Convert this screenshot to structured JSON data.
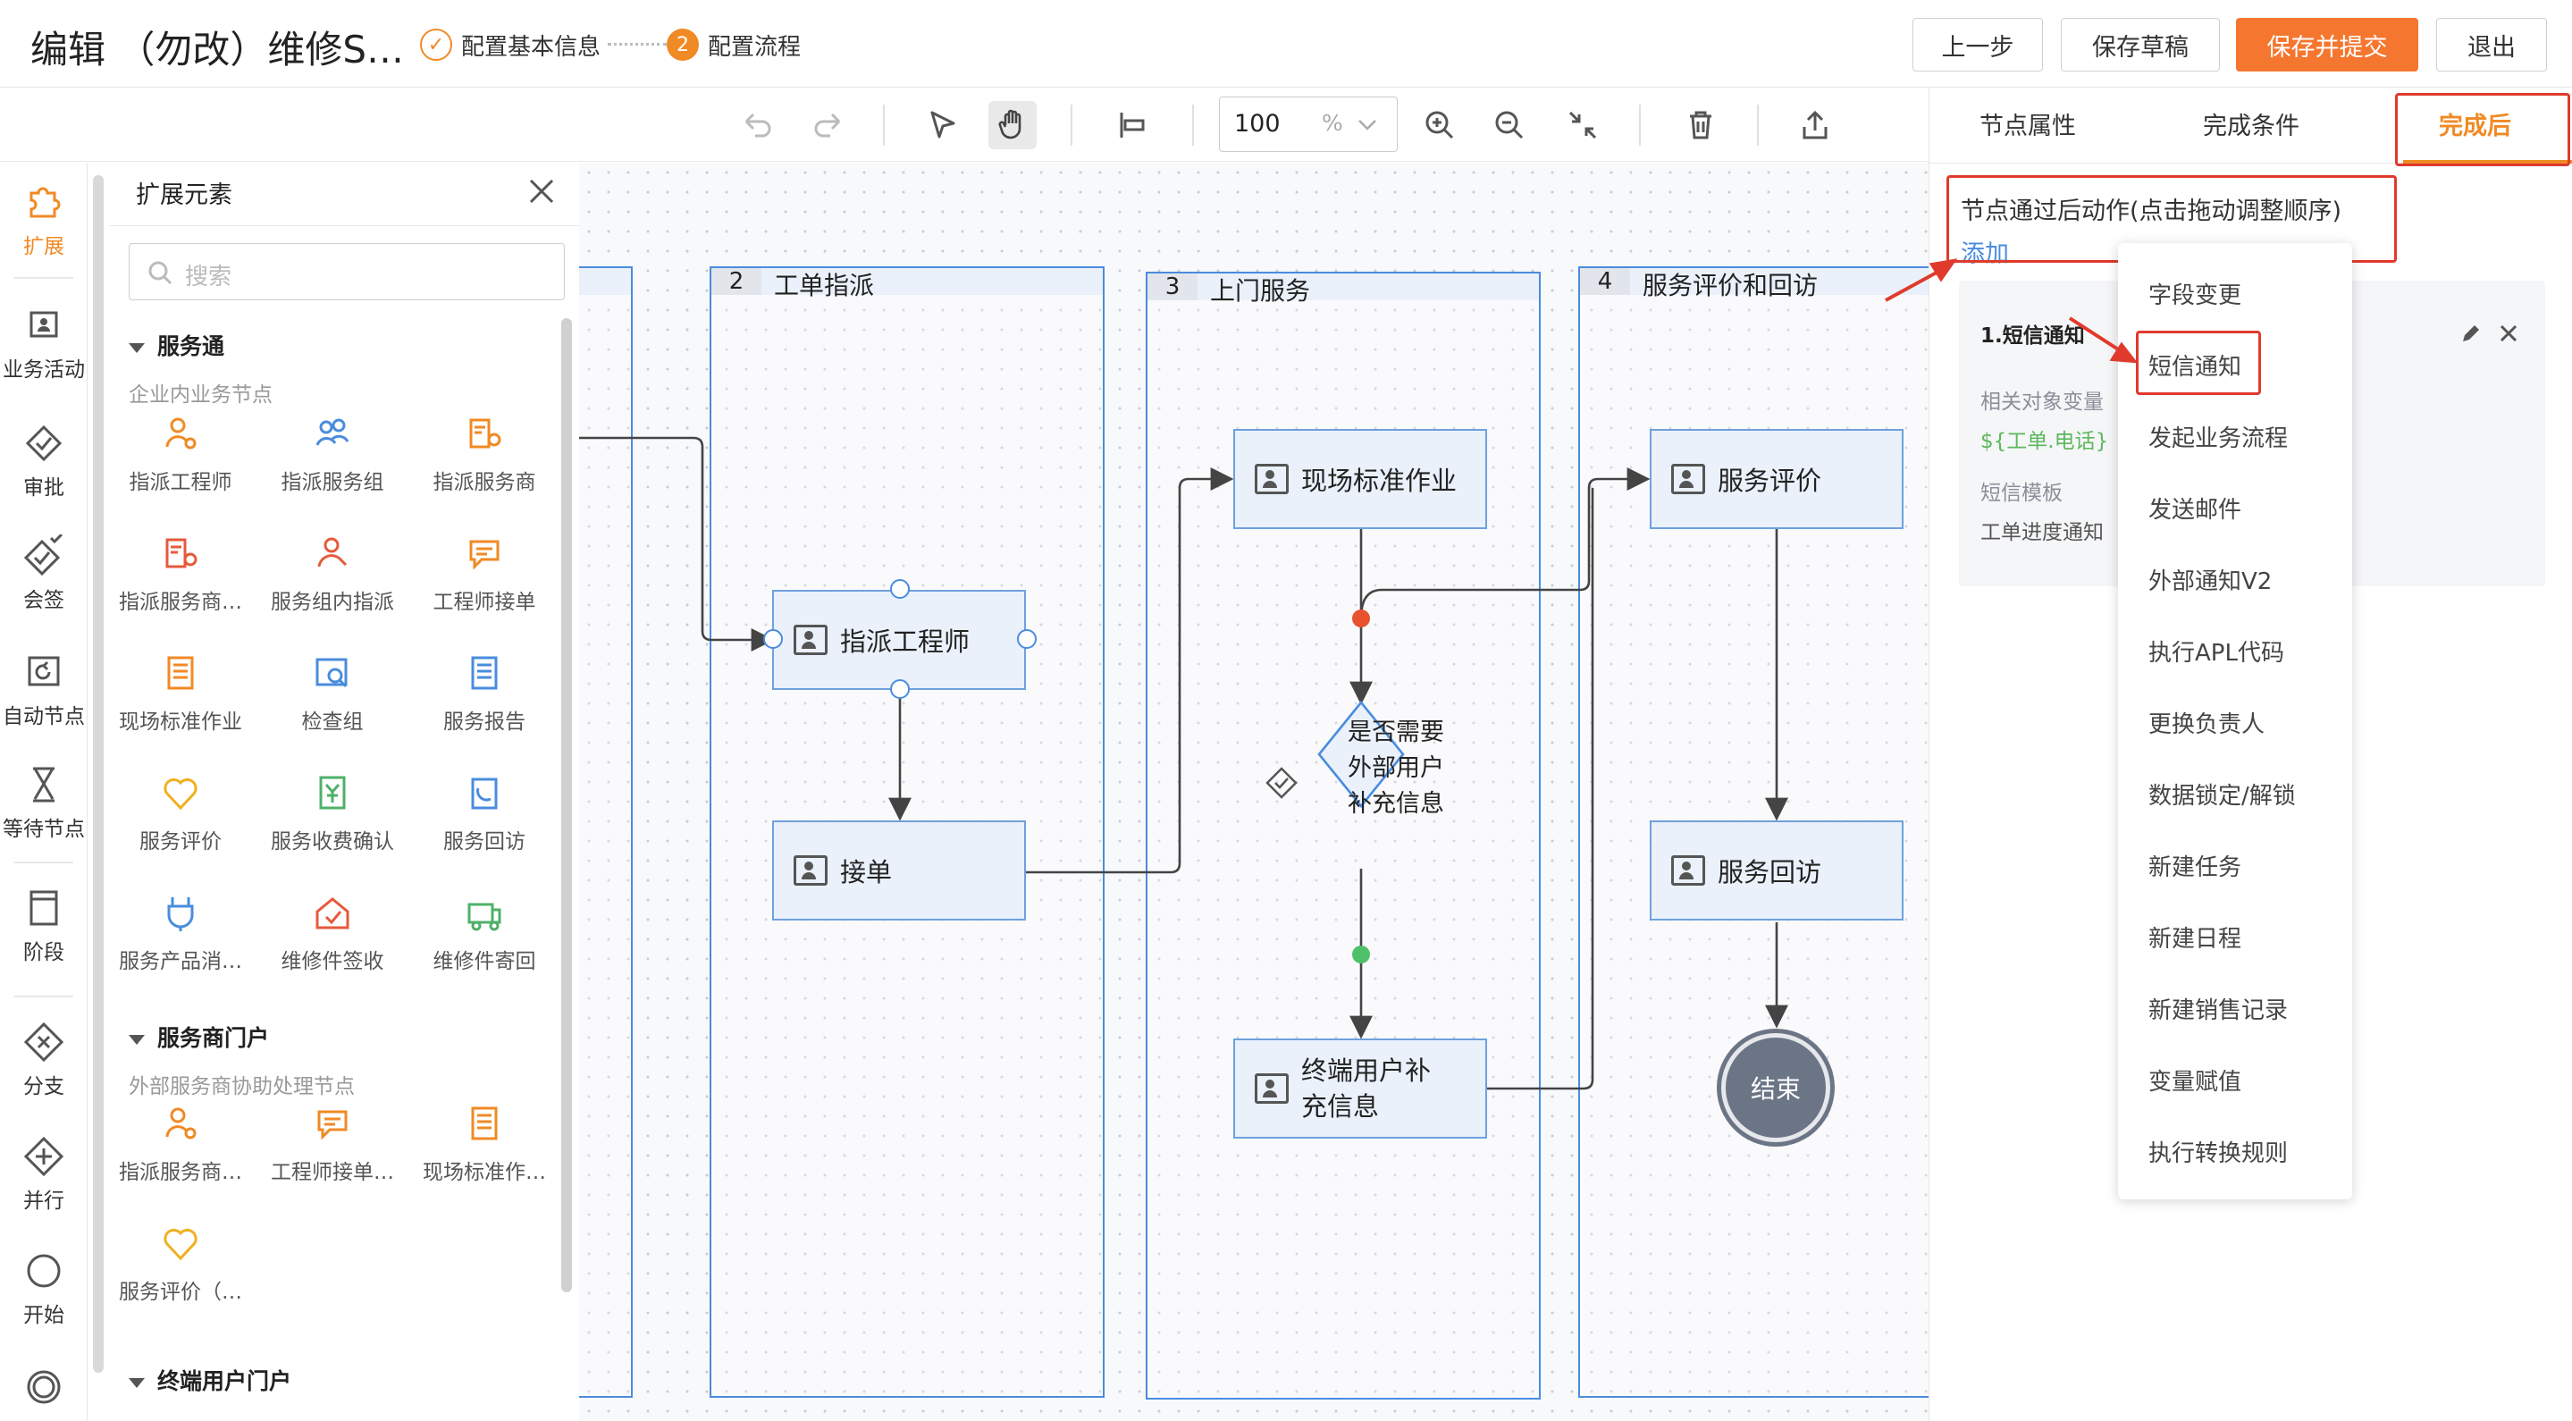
{
  "header": {
    "title": "编辑 （勿改）维修S…",
    "steps": [
      {
        "num": "✓",
        "label": "配置基本信息"
      },
      {
        "num": "2",
        "label": "配置流程"
      }
    ],
    "buttons": {
      "prev": "上一步",
      "save_draft": "保存草稿",
      "save_submit": "保存并提交",
      "exit": "退出"
    },
    "colors": {
      "accent": "#f5762f",
      "lane": "#4a8cde",
      "highlight": "#e03a2c"
    }
  },
  "toolbar": {
    "zoom_value": "100",
    "zoom_unit": "%",
    "icons": [
      "undo-icon",
      "redo-icon",
      "select-pointer-icon",
      "hand-pan-icon",
      "align-icon",
      "zoom-in-icon",
      "zoom-out-icon",
      "fit-view-icon",
      "delete-icon",
      "export-icon"
    ]
  },
  "rail": {
    "items": [
      {
        "label": "扩展",
        "icon": "puzzle-icon"
      },
      {
        "label": "业务活动",
        "icon": "person-card-icon"
      },
      {
        "label": "审批",
        "icon": "approve-diamond-icon"
      },
      {
        "label": "会签",
        "icon": "countersign-icon"
      },
      {
        "label": "自动节点",
        "icon": "auto-node-icon"
      },
      {
        "label": "等待节点",
        "icon": "hourglass-icon"
      },
      {
        "label": "阶段",
        "icon": "stage-icon"
      },
      {
        "label": "分支",
        "icon": "branch-icon"
      },
      {
        "label": "并行",
        "icon": "parallel-icon"
      },
      {
        "label": "开始",
        "icon": "start-circle-icon"
      }
    ]
  },
  "palette": {
    "title": "扩展元素",
    "search_placeholder": "搜索",
    "groups": [
      {
        "name": "服务通",
        "desc": "企业内业务节点",
        "items": [
          "指派工程师",
          "指派服务组",
          "指派服务商",
          "指派服务商…",
          "服务组内指派",
          "工程师接单",
          "现场标准作业",
          "检查组",
          "服务报告",
          "服务评价",
          "服务收费确认",
          "服务回访",
          "服务产品消…",
          "维修件签收",
          "维修件寄回"
        ]
      },
      {
        "name": "服务商门户",
        "desc": "外部服务商协助处理节点",
        "items": [
          "指派服务商…",
          "工程师接单…",
          "现场标准作…",
          "服务评价（…"
        ]
      },
      {
        "name": "终端用户门户",
        "desc": "",
        "items": []
      }
    ]
  },
  "canvas": {
    "lanes": [
      {
        "num": "2",
        "title": "工单指派"
      },
      {
        "num": "3",
        "title": "上门服务"
      },
      {
        "num": "4",
        "title": "服务评价和回访"
      }
    ],
    "nodes": {
      "assign_engineer": "指派工程师",
      "accept_order": "接单",
      "onsite_work": "现场标准作业",
      "decision": "是否需要外部用户补充信息",
      "end_user_supplement": "终端用户补充信息",
      "service_eval": "服务评价",
      "service_revisit": "服务回访",
      "end": "结束"
    }
  },
  "rpanel": {
    "tabs": [
      "节点属性",
      "完成条件",
      "完成后"
    ],
    "active_tab": "完成后",
    "section_title": "节点通过后动作(点击拖动调整顺序)",
    "add_link": "添加",
    "card": {
      "title": "1.短信通知",
      "var_label": "相关对象变量",
      "var_value": "${工单.电话}",
      "template_label": "短信模板",
      "template_value": "工单进度通知"
    },
    "menu": [
      "字段变更",
      "短信通知",
      "发起业务流程",
      "发送邮件",
      "外部通知V2",
      "执行APL代码",
      "更换负责人",
      "数据锁定/解锁",
      "新建任务",
      "新建日程",
      "新建销售记录",
      "变量赋值",
      "执行转换规则"
    ]
  }
}
